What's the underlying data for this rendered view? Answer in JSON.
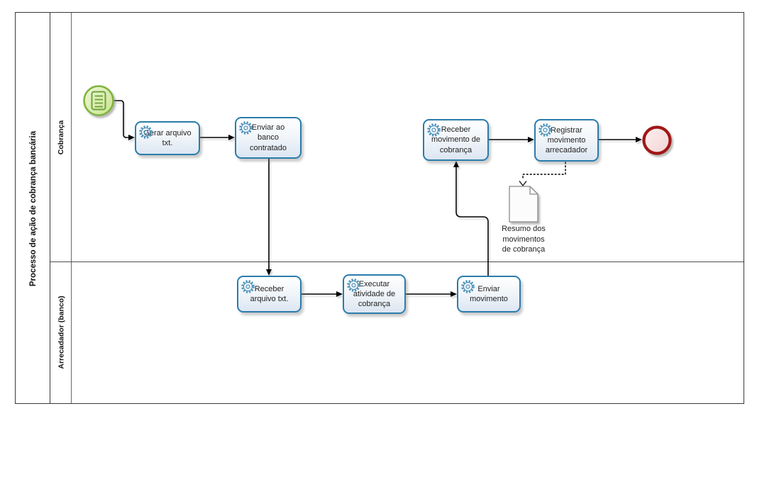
{
  "pool": {
    "title": "Processo de ação de cobrança bancária",
    "lanes": [
      {
        "label": "Cobrança"
      },
      {
        "label": "Arrecadador (banco)"
      }
    ]
  },
  "events": {
    "start": {
      "kind": "start-event",
      "icon": "form-document-icon"
    },
    "end": {
      "kind": "end-event"
    }
  },
  "tasks": [
    {
      "label": "Gerar arquivo\ntxt.",
      "icon": "service-gear-icon"
    },
    {
      "label": "Enviar ao\nbanco\ncontratado",
      "icon": "service-gear-icon"
    },
    {
      "label": "Receber\nmovimento de\ncobrança",
      "icon": "service-gear-icon"
    },
    {
      "label": "Registrar\nmovimento\narrecadador",
      "icon": "service-gear-icon"
    },
    {
      "label": "Receber\narquivo txt.",
      "icon": "service-gear-icon"
    },
    {
      "label": "Executar\natividade de\ncobrança",
      "icon": "service-gear-icon"
    },
    {
      "label": "Enviar\nmovimento",
      "icon": "service-gear-icon"
    }
  ],
  "data_object": {
    "label": "Resumo dos\nmovimentos\nde cobrança",
    "icon": "document-folded-corner-icon"
  },
  "colors": {
    "task_border": "#2a7cac",
    "task_fill_bottom": "#dce6f2",
    "gear_blue": "#4e93bb",
    "start_border": "#7fb43c",
    "start_fill": "#d9edac",
    "end_border": "#a21216",
    "end_fill": "#f5dbdb",
    "flow": "#000000",
    "lane_line": "#4d4d4d"
  }
}
